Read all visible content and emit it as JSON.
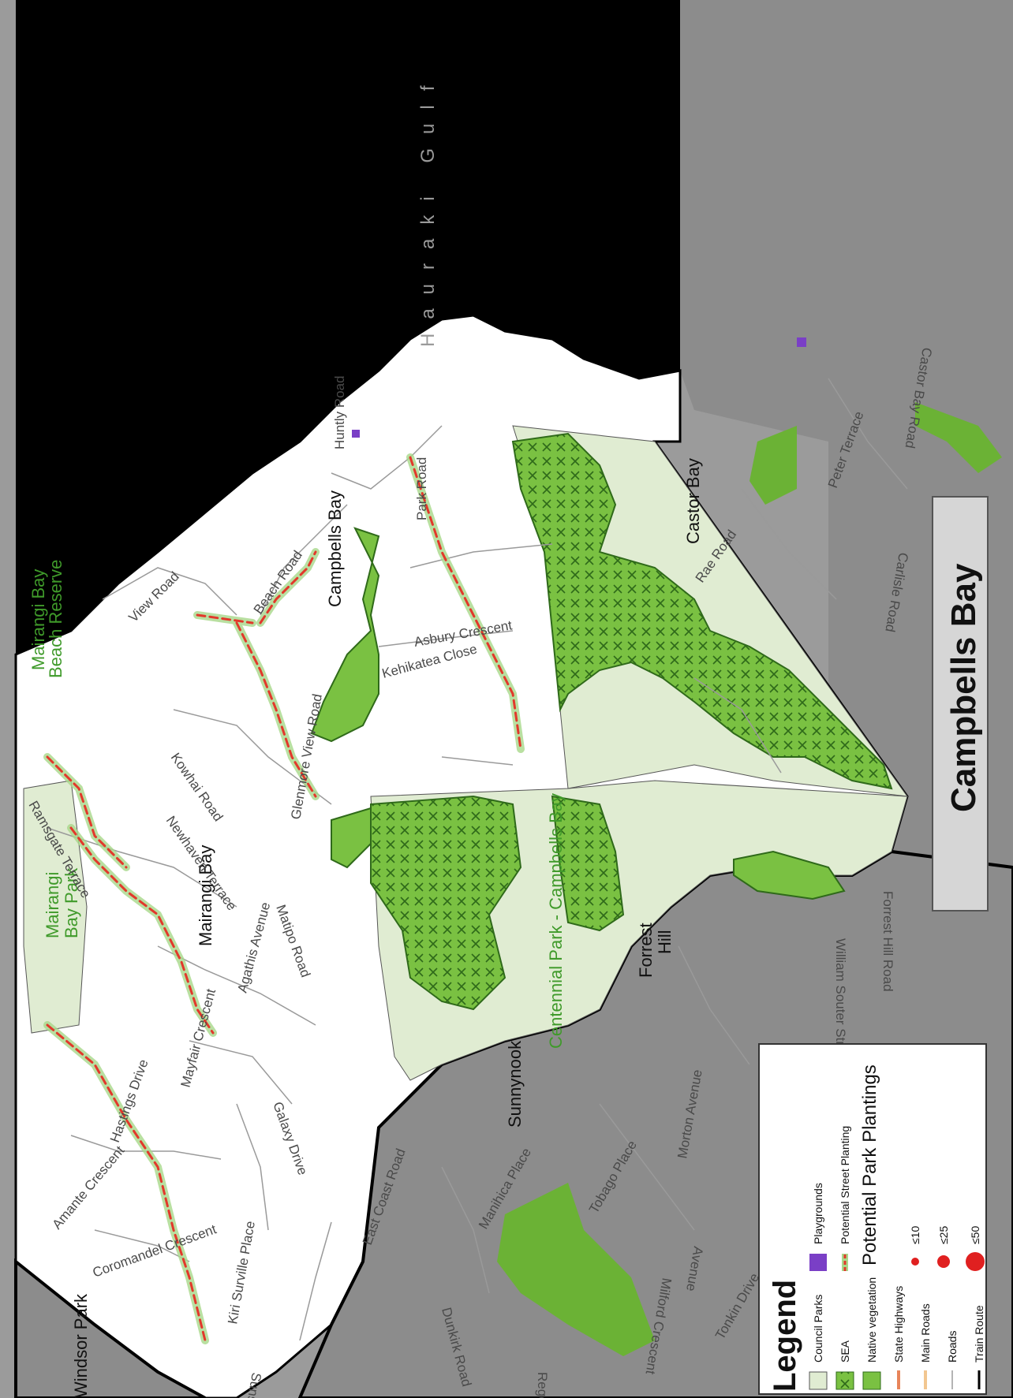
{
  "map": {
    "title": "Campbells Bay",
    "water_body": "Hauraki Gulf",
    "colors": {
      "sea": "#000000",
      "outside_area": "#9b9b9b",
      "council_parks": "#e0ecd2",
      "native_vegetation": "#7ac142",
      "sea_hatch": "#2f6a1a",
      "street_planting": "#e2382b",
      "street_planting_glow": "#a8d88a",
      "roads": "#9a9a9a",
      "train_route": "#000000"
    },
    "places": [
      {
        "id": "campbells-bay",
        "label": "Campbells Bay"
      },
      {
        "id": "castor-bay",
        "label": "Castor Bay"
      },
      {
        "id": "mairangi-bay",
        "label": "Mairangi Bay"
      },
      {
        "id": "forrest-hill-1",
        "label": "Forrest"
      },
      {
        "id": "forrest-hill-2",
        "label": "Hill"
      },
      {
        "id": "sunnynook",
        "label": "Sunnynook"
      },
      {
        "id": "windsor-park",
        "label": "Windsor Park"
      }
    ],
    "parks": [
      {
        "id": "centennial-park",
        "label": "Centennial Park - Campbells Bay"
      },
      {
        "id": "mairangi-bay-park-1",
        "label": "Mairangi"
      },
      {
        "id": "mairangi-bay-park-2",
        "label": "Bay Park"
      },
      {
        "id": "mairangi-beach-1",
        "label": "Mairangi Bay"
      },
      {
        "id": "mairangi-beach-2",
        "label": "Beach Reserve"
      }
    ],
    "roads": [
      "View Road",
      "Beach Road",
      "Huntly Road",
      "Park Road",
      "Asbury Crescent",
      "Kehikatea Close",
      "Glenmore View Road",
      "Kowhai Road",
      "Newhaven Terrace",
      "Ramsgate Terrace",
      "Agathis Avenue",
      "Matipo Road",
      "Mayfair Crescent",
      "Hastings Drive",
      "Amante Crescent",
      "Coromandel Crescent",
      "Galaxy Drive",
      "Kiri Surville Place",
      "East Coast Road",
      "Tobago Place",
      "Morton Avenue",
      "William Souter Street",
      "Forrest Hill Road",
      "Rae Road",
      "Peter Terrace",
      "Castor Bay Road",
      "Manihica Place",
      "Regency Place",
      "Tonkin Drive",
      "Dunkirk Road",
      "Sunset Road",
      "Milford Crescent",
      "Avenue",
      "Carlisle Road"
    ]
  },
  "legend": {
    "title": "Legend",
    "items": [
      {
        "label": "Council Parks",
        "symbol": "council-park-swatch"
      },
      {
        "label": "SEA",
        "symbol": "sea-hatch-swatch"
      },
      {
        "label": "Native vegetation",
        "symbol": "native-vegetation-swatch"
      },
      {
        "label": "State Highways",
        "symbol": "state-highway-line"
      },
      {
        "label": "Main Roads",
        "symbol": "main-road-line"
      },
      {
        "label": "Roads",
        "symbol": "road-line"
      },
      {
        "label": "Train Route",
        "symbol": "train-route-line"
      },
      {
        "label": "Playgrounds",
        "symbol": "playground-swatch"
      },
      {
        "label": "Potential Street Planting",
        "symbol": "street-planting-line"
      }
    ],
    "park_plantings_heading": "Potential Park Plantings",
    "park_plantings": [
      {
        "label": "≤10",
        "size": 10
      },
      {
        "label": "≤25",
        "size": 25
      },
      {
        "label": "≤50",
        "size": 50
      }
    ]
  }
}
